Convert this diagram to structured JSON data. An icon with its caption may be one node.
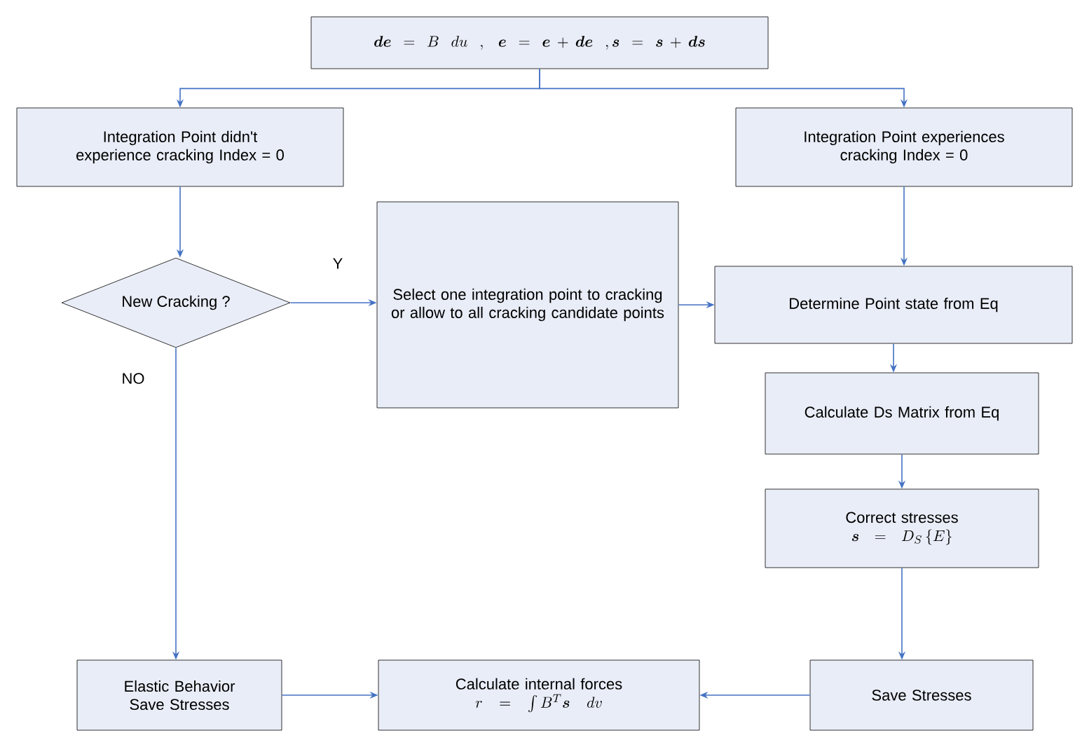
{
  "diagram": {
    "nodes": [
      {
        "text": [
          "\\boldsymbol{de} = B\\;du \\;,\\; \\boldsymbol{e} = \\boldsymbol{e} + \\boldsymbol{de} \\;,\\boldsymbol{s} = \\boldsymbol{s} + \\boldsymbol{ds}"
        ]
      },
      {
        "text": [
          "Integration Point didn't experience cracking Index = 0"
        ]
      },
      {
        "text": [
          "Integration Point experiences cracking Index = 0"
        ]
      },
      {
        "text": [
          "New Cracking ?"
        ]
      },
      {
        "text": [
          "Select one integration point to cracking or allow to all cracking candidate points"
        ]
      },
      {
        "text": [
          "Determine Point state from Eq"
        ]
      },
      {
        "text": [
          "Calculate Ds Matrix from Eq"
        ]
      },
      {
        "text": [
          "Correct stresses",
          "\\boldsymbol{s} = D_S\\left\\{E\\right\\}"
        ]
      },
      {
        "text": [
          "Elastic Behavior Save Stresses"
        ]
      },
      {
        "text": [
          "Calculate internal forces",
          "r = \\int B^T \\boldsymbol{s}\\; dv"
        ]
      },
      {
        "text": [
          "Save Stresses"
        ]
      }
    ],
    "edges": [
      {
        "from": 0,
        "to": 1,
        "arrow": "to"
      },
      {
        "from": 0,
        "to": 2,
        "arrow": "to"
      },
      {
        "from": 1,
        "to": 3,
        "arrow": "to"
      },
      {
        "from": 3,
        "to": 4,
        "arrow": "to",
        "label": "Y"
      },
      {
        "from": 3,
        "to": 8,
        "arrow": "to",
        "label": "NO"
      },
      {
        "from": 4,
        "to": 5,
        "arrow": "to"
      },
      {
        "from": 2,
        "to": 5,
        "arrow": "to"
      },
      {
        "from": 5,
        "to": 6,
        "arrow": "to"
      },
      {
        "from": 6,
        "to": 7,
        "arrow": "to"
      },
      {
        "from": 7,
        "to": 10,
        "arrow": "to"
      },
      {
        "from": 8,
        "to": 9,
        "arrow": "to"
      },
      {
        "from": 10,
        "to": 9,
        "arrow": "to"
      }
    ]
  }
}
